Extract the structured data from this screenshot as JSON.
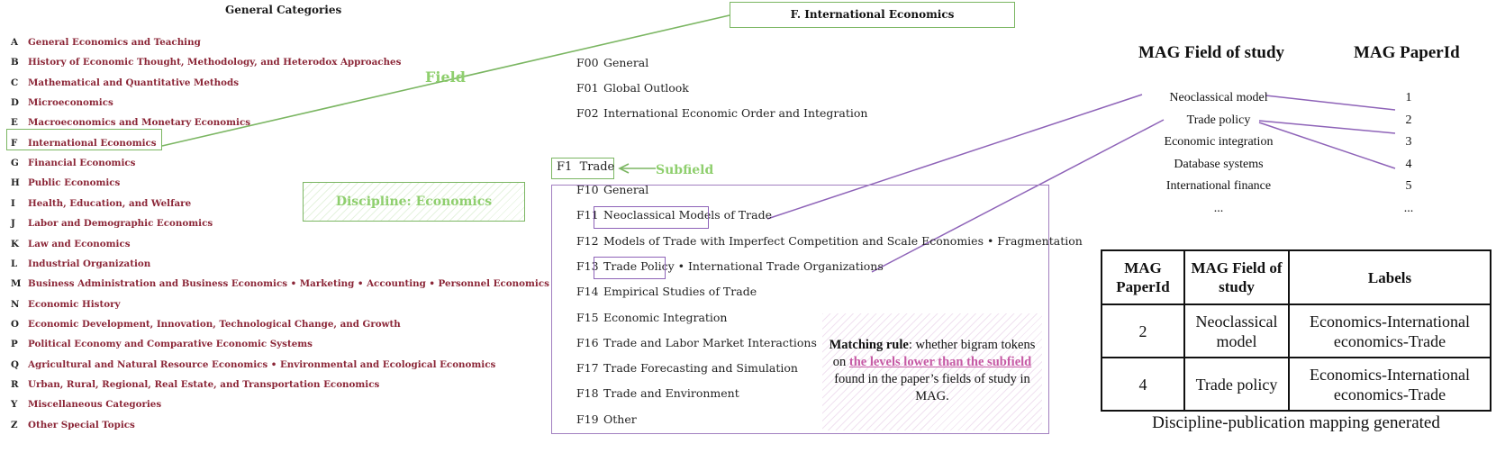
{
  "general_categories": {
    "title": "General Categories",
    "items": [
      {
        "code": "A",
        "name": "General Economics and Teaching"
      },
      {
        "code": "B",
        "name": "History of Economic Thought, Methodology, and Heterodox Approaches"
      },
      {
        "code": "C",
        "name": "Mathematical and Quantitative Methods"
      },
      {
        "code": "D",
        "name": "Microeconomics"
      },
      {
        "code": "E",
        "name": "Macroeconomics and Monetary Economics"
      },
      {
        "code": "F",
        "name": "International Economics"
      },
      {
        "code": "G",
        "name": "Financial Economics"
      },
      {
        "code": "H",
        "name": "Public Economics"
      },
      {
        "code": "I",
        "name": "Health, Education, and Welfare"
      },
      {
        "code": "J",
        "name": "Labor and Demographic Economics"
      },
      {
        "code": "K",
        "name": "Law and Economics"
      },
      {
        "code": "L",
        "name": "Industrial Organization"
      },
      {
        "code": "M",
        "name": "Business Administration and Business Economics • Marketing • Accounting • Personnel Economics"
      },
      {
        "code": "N",
        "name": "Economic History"
      },
      {
        "code": "O",
        "name": "Economic Development, Innovation, Technological Change, and Growth"
      },
      {
        "code": "P",
        "name": "Political Economy and Comparative Economic Systems"
      },
      {
        "code": "Q",
        "name": "Agricultural and Natural Resource Economics • Environmental and Ecological Economics"
      },
      {
        "code": "R",
        "name": "Urban, Rural, Regional, Real Estate, and Transportation Economics"
      },
      {
        "code": "Y",
        "name": "Miscellaneous Categories"
      },
      {
        "code": "Z",
        "name": "Other Special Topics"
      }
    ]
  },
  "labels": {
    "field": "Field",
    "subfield": "Subfield",
    "discipline": "Discipline: Economics"
  },
  "international_economics": {
    "title": "F. International Economics",
    "top_items": [
      {
        "code": "F00",
        "name": "General"
      },
      {
        "code": "F01",
        "name": "Global Outlook"
      },
      {
        "code": "F02",
        "name": "International Economic Order and Integration"
      }
    ],
    "subfield": {
      "code": "F1",
      "name": "Trade"
    },
    "sub_items": [
      {
        "code": "F10",
        "name": "General"
      },
      {
        "code": "F11",
        "name": "Neoclassical Models of Trade"
      },
      {
        "code": "F12",
        "name": "Models of Trade with Imperfect Competition and Scale Economies • Fragmentation"
      },
      {
        "code": "F13",
        "name": "Trade Policy • International Trade Organizations"
      },
      {
        "code": "F14",
        "name": "Empirical Studies of Trade"
      },
      {
        "code": "F15",
        "name": "Economic Integration"
      },
      {
        "code": "F16",
        "name": "Trade and Labor Market Interactions"
      },
      {
        "code": "F17",
        "name": "Trade Forecasting and Simulation"
      },
      {
        "code": "F18",
        "name": "Trade and Environment"
      },
      {
        "code": "F19",
        "name": "Other"
      }
    ]
  },
  "matching_rule": {
    "bold": "Matching rule",
    "text1": ": whether bigram tokens on ",
    "highlight": "the levels lower than the subfield",
    "text2": " found in the paper’s fields of study in MAG."
  },
  "mag": {
    "fos_header": "MAG Field of study",
    "pid_header": "MAG PaperId",
    "fields": [
      "Neoclassical model",
      "Trade policy",
      "Economic integration",
      "Database systems",
      "International finance",
      "..."
    ],
    "paper_ids": [
      "1",
      "2",
      "3",
      "4",
      "5",
      "..."
    ]
  },
  "mapping_table": {
    "headers": [
      "MAG PaperId",
      "MAG Field of study",
      "Labels"
    ],
    "rows": [
      [
        "2",
        "Neoclassical model",
        "Economics-International economics-Trade"
      ],
      [
        "4",
        "Trade policy",
        "Economics-International economics-Trade"
      ]
    ],
    "caption": "Discipline-publication mapping generated"
  },
  "colors": {
    "category_text": "#8b2637",
    "green_accent": "#7bb662",
    "green_label": "#8fcf6e",
    "purple_accent": "#8e63b8",
    "highlight_pink": "#c65aa5"
  }
}
